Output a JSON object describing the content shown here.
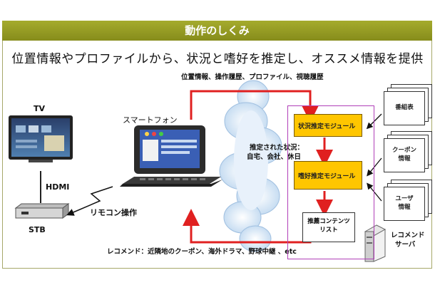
{
  "banner": {
    "title": "動作のしくみ"
  },
  "subtitle": "位置情報やプロファイルから、状況と嗜好を推定し、オススメ情報を提供",
  "labels": {
    "top_flow": "位置情報、操作履歴、プロファイル、視聴履歴",
    "tv": "TV",
    "hdmi": "HDMI",
    "stb": "STB",
    "smartphone": "スマートフォン",
    "remote": "リモコン操作",
    "estimated_title": "推定された状況：",
    "estimated_values": "自宅、会社、休日",
    "bottom_flow": "レコメンド：近隣地のクーポン、海外ドラマ、野球中継 、etc",
    "server_line1": "レコメンド",
    "server_line2": "サーバ"
  },
  "modules": {
    "situation": "状況推定モジュール",
    "preference": "嗜好推定モジュール"
  },
  "recommend_list": {
    "line1": "推薦コンテンツ",
    "line2": "リスト"
  },
  "data_docs": {
    "program_guide": "番組表",
    "coupon": "クーポン\n情報",
    "user": "ユーザ\n情報"
  },
  "colors": {
    "banner": "#9aa025",
    "module_fill": "#ffc600",
    "arrow_red": "#e02020",
    "system_border": "#b03fb8",
    "cloud": "#cfe3f5"
  }
}
